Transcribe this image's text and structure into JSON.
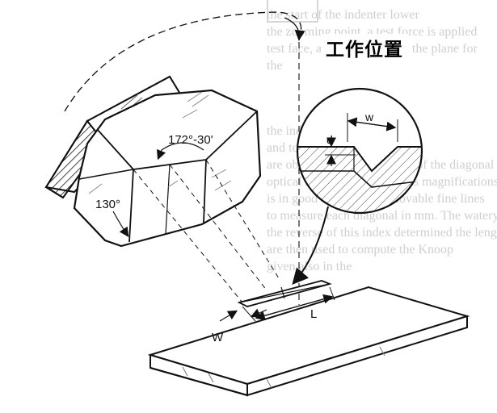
{
  "title": "工作位置",
  "labels": {
    "angle_top": "172°-30'",
    "angle_side": "130°",
    "width": "W",
    "depth": "d",
    "width_small": "w",
    "length": "L"
  },
  "background_text": [
    "the start of the indenter lower",
    "the zooming point, a test force is applied",
    "test face, and the route then the plane for",
    "the",
    "",
    "",
    "the indenter in the time",
    "and to to the opposite",
    "are obtained from the length of the diagonal",
    "optical microscope at various magnifications",
    "is in good condition on movable fine lines",
    "to measure each diagonal in mm. The watery",
    "the reverse of this index determined the length",
    "are then used to compute the Knoop",
    "given also in the"
  ],
  "colors": {
    "line": "#111111",
    "background_text": "#cfcfcf"
  }
}
